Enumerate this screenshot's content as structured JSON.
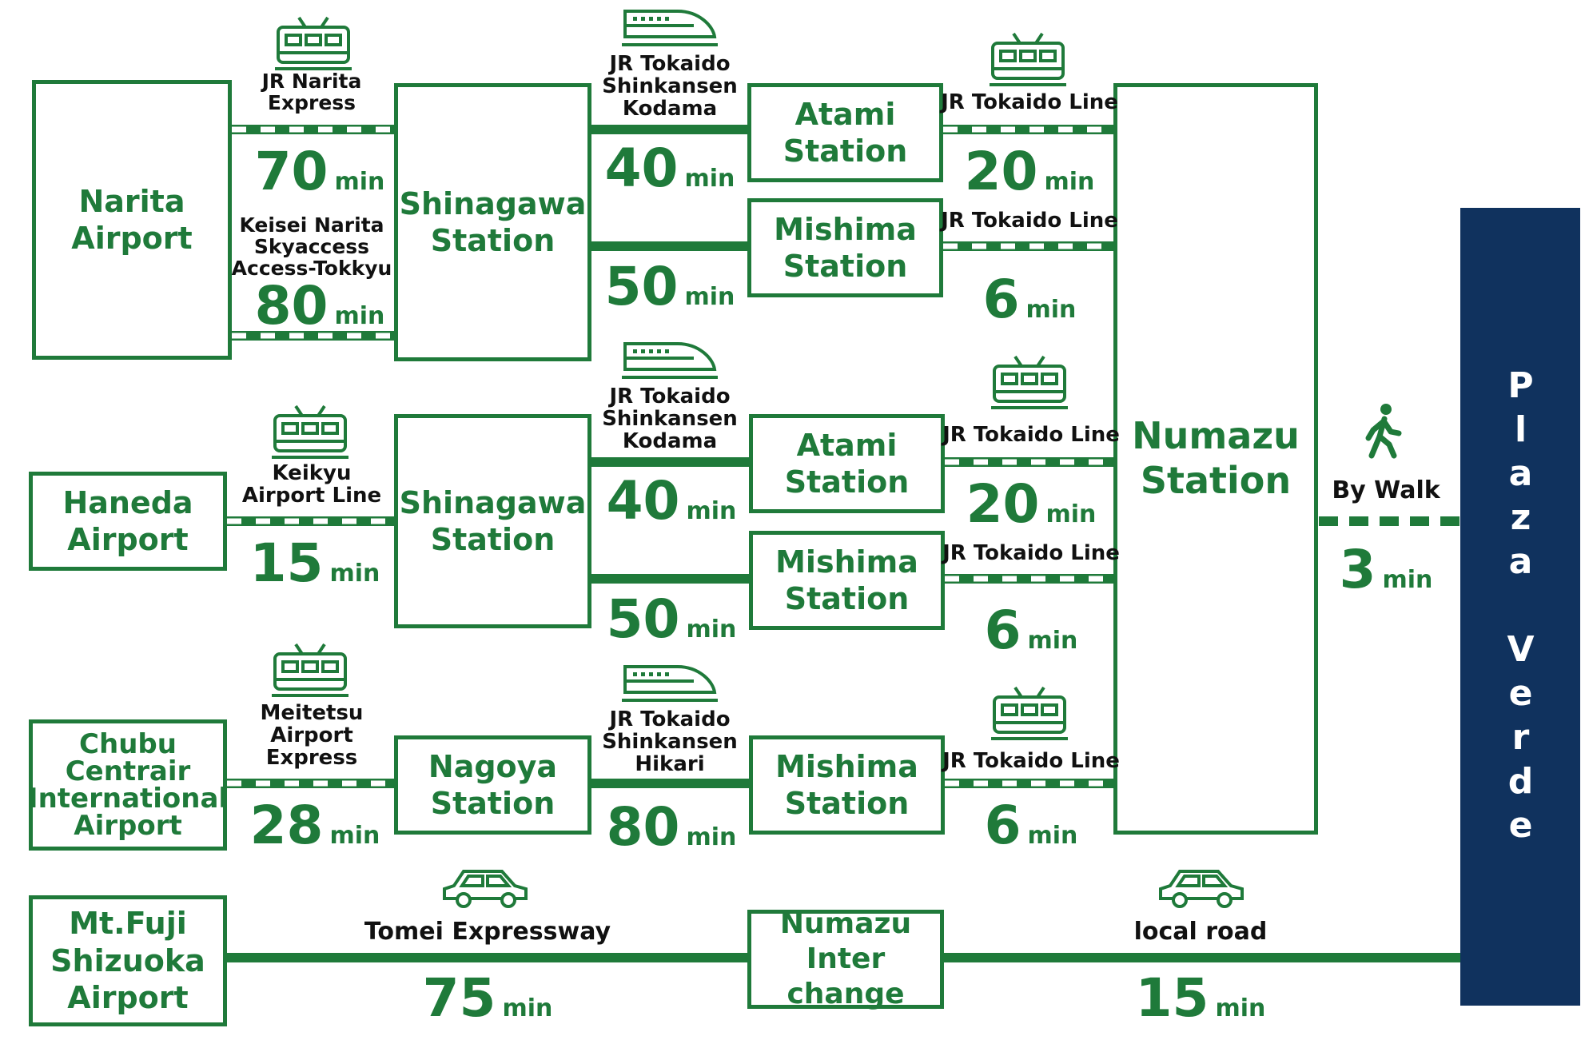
{
  "colors": {
    "green": "#1f7a3a",
    "navy": "#10325e",
    "text": "#111111"
  },
  "destination": "Plaza Verde",
  "units": {
    "min": "min"
  },
  "boxes": {
    "narita": "Narita\nAirport",
    "shinagawa1": "Shinagawa\nStation",
    "atami1": "Atami\nStation",
    "mishima1": "Mishima\nStation",
    "numazu": "Numazu\nStation",
    "haneda": "Haneda\nAirport",
    "shinagawa2": "Shinagawa\nStation",
    "atami2": "Atami\nStation",
    "mishima2": "Mishima\nStation",
    "chubu": "Chubu\nCentrair\nInternational\nAirport",
    "nagoya": "Nagoya\nStation",
    "mishima3": "Mishima\nStation",
    "fuji": "Mt.Fuji\nShizuoka\nAirport",
    "numazu_ic": "Numazu\nInter change"
  },
  "routes": {
    "jr_narita_express": "JR Narita\nExpress",
    "keisei_skyaccess": "Keisei Narita\nSkyaccess\nAccess-Tokkyu",
    "shinkansen_kodama": "JR Tokaido\nShinkansen\nKodama",
    "shinkansen_hikari": "JR Tokaido\nShinkansen\nHikari",
    "jr_tokaido_line": "JR Tokaido Line",
    "keikyu": "Keikyu\nAirport Line",
    "meitetsu": "Meitetsu\nAirport\nExpress",
    "tomei": "Tomei Expressway",
    "local_road": "local road",
    "by_walk": "By Walk"
  },
  "times": {
    "narita_express": "70",
    "skyaccess": "80",
    "kodama_atami_1": "40",
    "kodama_mishima_1": "50",
    "tokaido_atami_1": "20",
    "tokaido_mishima_1": "6",
    "keikyu": "15",
    "kodama_atami_2": "40",
    "kodama_mishima_2": "50",
    "tokaido_atami_2": "20",
    "tokaido_mishima_2": "6",
    "walk": "3",
    "meitetsu": "28",
    "hikari": "80",
    "tokaido_mishima_3": "6",
    "tomei": "75",
    "local_road": "15"
  },
  "icons": {
    "train": "local-train-icon",
    "shinkansen": "bullet-train-icon",
    "car": "car-icon",
    "walk": "pedestrian-icon"
  }
}
